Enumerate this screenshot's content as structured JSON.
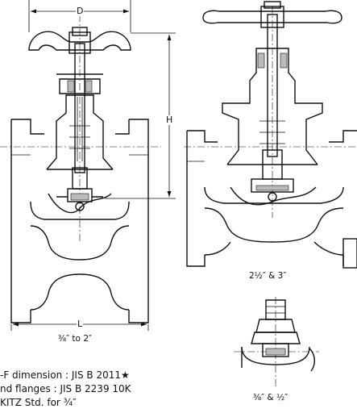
{
  "dimensions": {
    "d": "D",
    "h": "H",
    "l": "L"
  },
  "captions": {
    "small_valve": "⅜″ to 2″",
    "mid_valve": "2½″ & 3″",
    "tiny_valve": "⅜″ & ½″"
  },
  "notes": {
    "line1": "-F dimension : JIS B 2011★",
    "line2": "nd flanges :    JIS B 2239 10K",
    "line3": "KITZ Std. for ¾″"
  }
}
